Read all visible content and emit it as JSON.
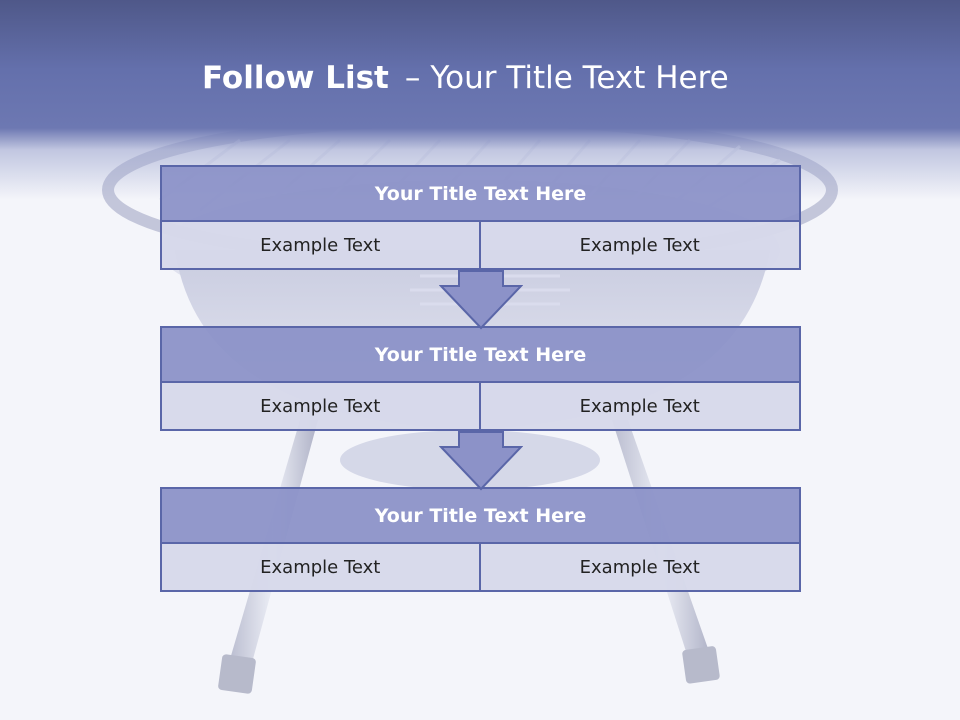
{
  "slide": {
    "title_bold": "Follow List",
    "title_sep": "–",
    "title_rest": "Your Title Text Here",
    "colors": {
      "header": "#6470ac",
      "block_title": "#8c92c8",
      "block_cell": "#d6d8ea",
      "border": "#5a66a8"
    }
  },
  "blocks": [
    {
      "title": "Your Title Text Here",
      "left": "Example Text",
      "right": "Example Text"
    },
    {
      "title": "Your Title Text Here",
      "left": "Example Text",
      "right": "Example Text"
    },
    {
      "title": "Your Title Text Here",
      "left": "Example Text",
      "right": "Example Text"
    }
  ],
  "arrows": [
    {
      "icon": "down-arrow-icon"
    },
    {
      "icon": "down-arrow-icon"
    }
  ],
  "background": {
    "image": "barbecue-grill-photo"
  }
}
